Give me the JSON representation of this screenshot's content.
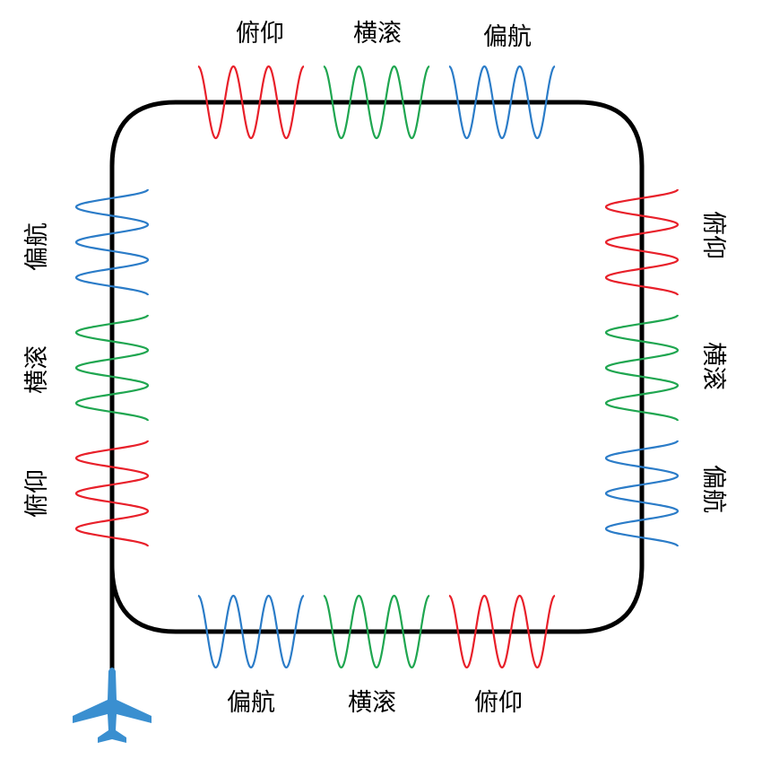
{
  "colors": {
    "path": "#000000",
    "pitch": "#e8202a",
    "roll": "#1fa650",
    "yaw": "#2b7cc8",
    "aircraft": "#3a8fd0",
    "label": "#000000"
  },
  "labels": {
    "top": [
      "俯仰",
      "横滚",
      "偏航"
    ],
    "right": [
      "俯仰",
      "横滚",
      "偏航"
    ],
    "bottom": [
      "偏航",
      "横滚",
      "俯仰"
    ],
    "left": [
      "偏航",
      "横滚",
      "俯仰"
    ]
  },
  "segments": {
    "top": [
      "pitch",
      "roll",
      "yaw"
    ],
    "right": [
      "pitch",
      "roll",
      "yaw"
    ],
    "bottom": [
      "yaw",
      "roll",
      "pitch"
    ],
    "left": [
      "yaw",
      "roll",
      "pitch"
    ]
  },
  "icon": "airplane-icon"
}
